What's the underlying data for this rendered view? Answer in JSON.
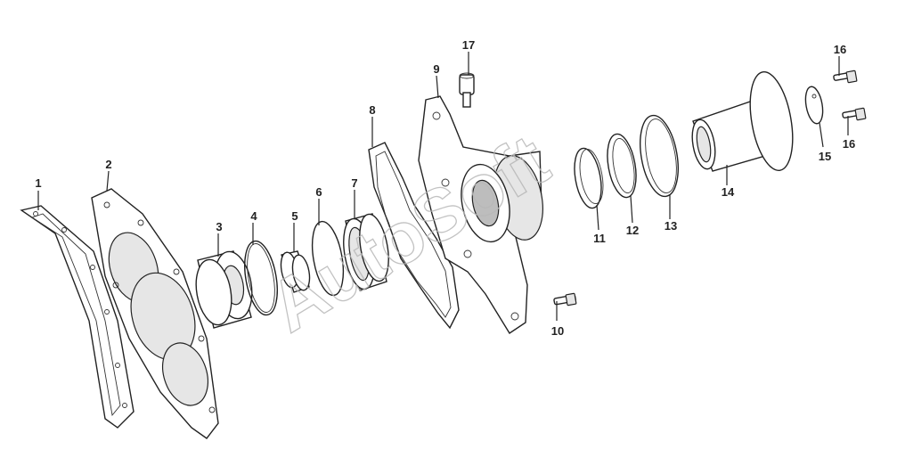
{
  "callouts": {
    "c1": "1",
    "c2": "2",
    "c3": "3",
    "c4": "4",
    "c5": "5",
    "c6": "6",
    "c7": "7",
    "c8": "8",
    "c9": "9",
    "c10": "10",
    "c11": "11",
    "c12": "12",
    "c13": "13",
    "c14": "14",
    "c15": "15",
    "c16a": "16",
    "c16b": "16",
    "c17": "17"
  },
  "watermark": "AutoSoft"
}
